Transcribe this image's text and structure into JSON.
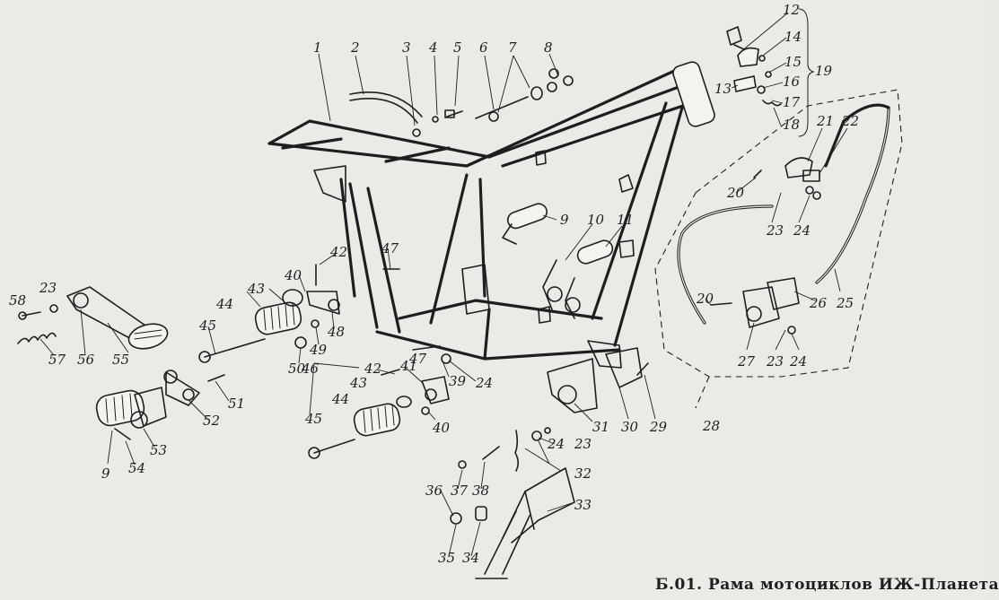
{
  "caption": "Б.01. Рама мотоциклов  ИЖ-Планета",
  "callouts": [
    "1",
    "2",
    "3",
    "4",
    "5",
    "6",
    "7",
    "8",
    "9",
    "10",
    "11",
    "12",
    "13",
    "14",
    "15",
    "16",
    "17",
    "18",
    "19",
    "20",
    "21",
    "22",
    "23",
    "24",
    "25",
    "26",
    "27",
    "28",
    "29",
    "30",
    "31",
    "32",
    "33",
    "34",
    "35",
    "36",
    "37",
    "38",
    "39",
    "40",
    "41",
    "42",
    "43",
    "44",
    "45",
    "46",
    "47",
    "48",
    "49",
    "50",
    "51",
    "52",
    "53",
    "54",
    "55",
    "56",
    "57",
    "58"
  ],
  "repeated_callouts": [
    "9",
    "20",
    "23",
    "24",
    "40",
    "42",
    "43",
    "44",
    "45",
    "47"
  ]
}
